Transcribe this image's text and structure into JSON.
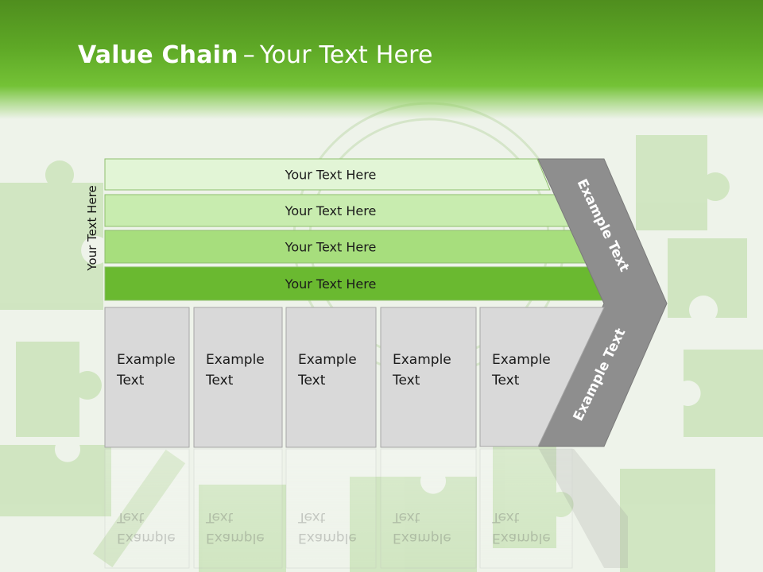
{
  "slide": {
    "title_bold": "Value Chain",
    "title_sep": "–",
    "title_rest": "Your Text Here"
  },
  "side_label": "Your Text Here",
  "support_activities": [
    {
      "label": "Your Text Here",
      "color": "#e2f5d6"
    },
    {
      "label": "Your Text Here",
      "color": "#c8ecaf"
    },
    {
      "label": "Your Text Here",
      "color": "#a7de7d"
    },
    {
      "label": "Your Text Here",
      "color": "#6ab930"
    }
  ],
  "primary_activities": [
    {
      "line1": "Example",
      "line2": "Text"
    },
    {
      "line1": "Example",
      "line2": "Text"
    },
    {
      "line1": "Example",
      "line2": "Text"
    },
    {
      "line1": "Example",
      "line2": "Text"
    },
    {
      "line1": "Example",
      "line2": "Text"
    }
  ],
  "margin_labels": {
    "upper": "Example Text",
    "lower": "Example Text"
  },
  "colors": {
    "header_green": "#5ea826",
    "box_gray": "#d9d9d9",
    "arrow_gray": "#8e8e8e",
    "text_dark": "#1a1a1a"
  }
}
